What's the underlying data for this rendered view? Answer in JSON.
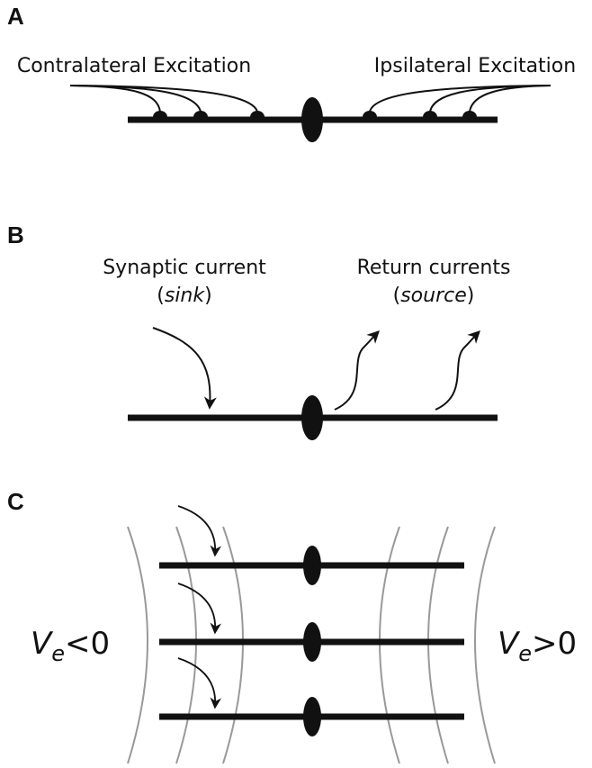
{
  "panels": {
    "a": {
      "letter": "A",
      "left_label": "Contralateral Excitation",
      "right_label": "Ipsilateral Excitation"
    },
    "b": {
      "letter": "B",
      "sink_label_line1": "Synaptic current",
      "sink_label_open": "(",
      "sink_label_italic": "sink",
      "sink_label_close": ")",
      "source_label_line1": "Return currents",
      "source_label_open": "(",
      "source_label_italic": "source",
      "source_label_close": ")"
    },
    "c": {
      "letter": "C",
      "left_potential": {
        "symbol": "V",
        "subscript": "e",
        "relation": "<0"
      },
      "right_potential": {
        "symbol": "V",
        "subscript": "e",
        "relation": ">0"
      }
    }
  },
  "colors": {
    "ink": "#111111",
    "field_lines": "#999999"
  }
}
